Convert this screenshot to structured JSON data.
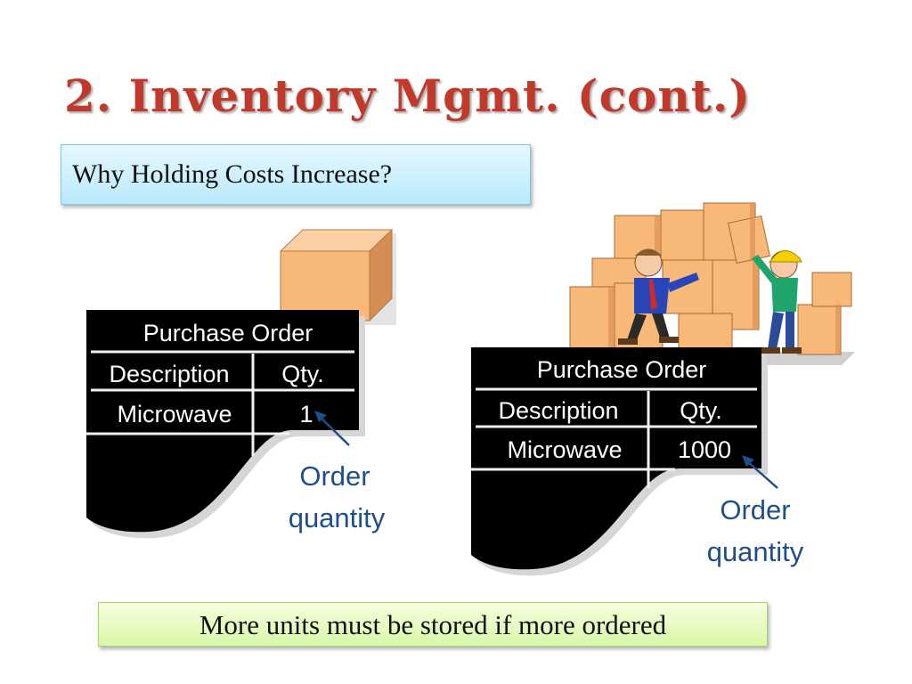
{
  "title": "2. Inventory Mgmt. (cont.)",
  "question_box": "Why Holding Costs Increase?",
  "conclusion_box": "More units must be stored if more ordered",
  "purchase_order_small": {
    "header": "Purchase Order",
    "col_description": "Description",
    "col_qty": "Qty.",
    "item": "Microwave",
    "qty": "1"
  },
  "purchase_order_large": {
    "header": "Purchase Order",
    "col_description": "Description",
    "col_qty": "Qty.",
    "item": "Microwave",
    "qty": "1000"
  },
  "callout_small": {
    "line1": "Order",
    "line2": "quantity"
  },
  "callout_large": {
    "line1": "Order",
    "line2": "quantity"
  },
  "colors": {
    "title": "#c0392b",
    "box_fill": "#f8b878",
    "callout": "#1f4e8c"
  }
}
